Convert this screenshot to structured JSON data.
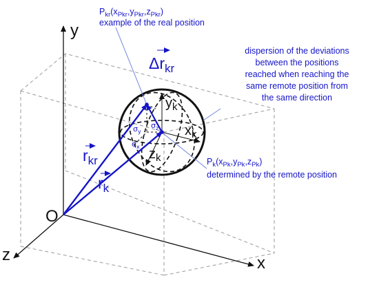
{
  "axes": {
    "y_label": "y",
    "x_label": "x",
    "z_label": "z",
    "origin_label": "O"
  },
  "labels": {
    "pkr": {
      "main": "P",
      "sub1": "kr",
      "open": "(x",
      "sub2": "Pkr",
      "comma1": ",y",
      "sub3": "Pkr",
      "comma2": ",z",
      "sub4": "Pkr",
      "close": ")"
    },
    "pkr_desc": "example of the real position",
    "delta": {
      "main": "Δr",
      "sub": "kr"
    },
    "dispersion": [
      "dispersion of the deviations",
      "between the positions",
      "reached when reaching the",
      "same remote position from",
      "the same direction"
    ],
    "pk": {
      "main": "P",
      "sub1": "k",
      "open": "(x",
      "sub2": "Pk",
      "comma1": ",y",
      "sub3": "Pk",
      "comma2": ",z",
      "sub4": "Pk",
      "close": ")"
    },
    "pk_desc": "determined by the remote position",
    "rkr": {
      "main": "r",
      "sub": "kr"
    },
    "rk": {
      "main": "r",
      "sub": "k"
    },
    "yk": {
      "main": "y",
      "sub": "k"
    },
    "xk": {
      "main": "x",
      "sub": "k"
    },
    "zk": {
      "main": "z",
      "sub": "k"
    },
    "sigma_y": {
      "main": "σ",
      "sub": "y"
    },
    "sigma_z": {
      "main": "σ",
      "sub": "z"
    },
    "sigma_x": {
      "main": "σ",
      "sub": "x"
    }
  },
  "colors": {
    "blue": "#1515c8",
    "light_blue": "#6f86e0",
    "black": "#111111",
    "dashed_grey": "#9a9a9a"
  }
}
